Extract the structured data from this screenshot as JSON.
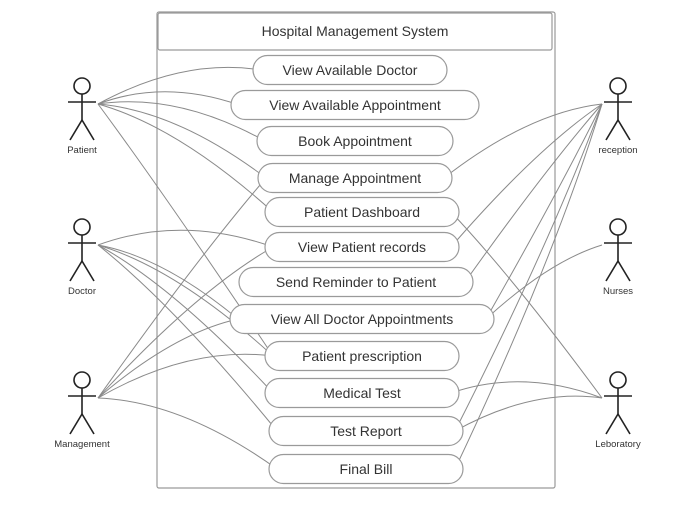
{
  "title": "Hospital Management System",
  "actors": [
    {
      "id": "patient",
      "label": "Patient"
    },
    {
      "id": "doctor",
      "label": "Doctor"
    },
    {
      "id": "management",
      "label": "Management"
    },
    {
      "id": "reception",
      "label": "reception"
    },
    {
      "id": "nurses",
      "label": "Nurses"
    },
    {
      "id": "laboratory",
      "label": "Leboratory"
    }
  ],
  "use_cases": [
    {
      "id": "uc1",
      "label": "View Available Doctor"
    },
    {
      "id": "uc2",
      "label": "View Available Appointment"
    },
    {
      "id": "uc3",
      "label": "Book Appointment"
    },
    {
      "id": "uc4",
      "label": "Manage Appointment"
    },
    {
      "id": "uc5",
      "label": "Patient Dashboard"
    },
    {
      "id": "uc6",
      "label": "View Patient records"
    },
    {
      "id": "uc7",
      "label": "Send Reminder to Patient"
    },
    {
      "id": "uc8",
      "label": "View All Doctor Appointments"
    },
    {
      "id": "uc9",
      "label": "Patient prescription"
    },
    {
      "id": "uc10",
      "label": "Medical Test"
    },
    {
      "id": "uc11",
      "label": "Test Report"
    },
    {
      "id": "uc12",
      "label": "Final Bill"
    }
  ],
  "associations": [
    [
      "patient",
      "uc1"
    ],
    [
      "patient",
      "uc2"
    ],
    [
      "patient",
      "uc3"
    ],
    [
      "patient",
      "uc4"
    ],
    [
      "patient",
      "uc5"
    ],
    [
      "patient",
      "uc9"
    ],
    [
      "doctor",
      "uc6"
    ],
    [
      "doctor",
      "uc8"
    ],
    [
      "doctor",
      "uc9"
    ],
    [
      "doctor",
      "uc10"
    ],
    [
      "doctor",
      "uc11"
    ],
    [
      "management",
      "uc4"
    ],
    [
      "management",
      "uc6"
    ],
    [
      "management",
      "uc8"
    ],
    [
      "management",
      "uc9"
    ],
    [
      "management",
      "uc12"
    ],
    [
      "reception",
      "uc4"
    ],
    [
      "reception",
      "uc6"
    ],
    [
      "reception",
      "uc7"
    ],
    [
      "reception",
      "uc8"
    ],
    [
      "reception",
      "uc11"
    ],
    [
      "reception",
      "uc12"
    ],
    [
      "nurses",
      "uc8"
    ],
    [
      "laboratory",
      "uc5"
    ],
    [
      "laboratory",
      "uc10"
    ],
    [
      "laboratory",
      "uc11"
    ]
  ]
}
